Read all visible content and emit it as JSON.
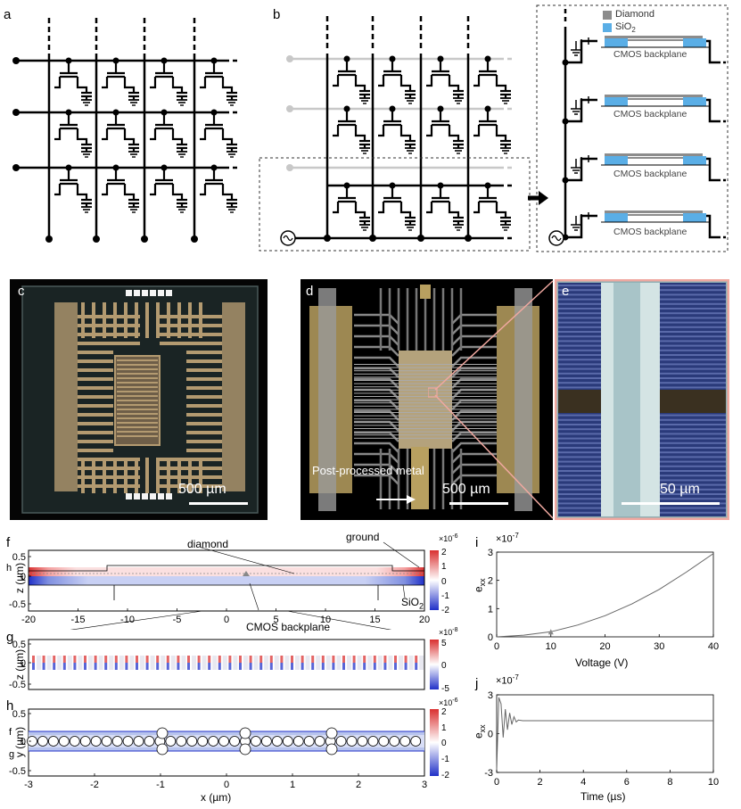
{
  "panels": {
    "a": {
      "label": "a"
    },
    "b": {
      "label": "b",
      "legend": {
        "diamond": "Diamond",
        "sio2": "SiO",
        "sio2_sub": "2"
      },
      "cmos_label": "CMOS backplane"
    },
    "c": {
      "label": "c",
      "scale": "500 µm"
    },
    "d": {
      "label": "d",
      "note": "Post-processed metal",
      "scale": "500 µm"
    },
    "e": {
      "label": "e",
      "scale": "50 µm"
    },
    "f": {
      "label": "f",
      "ylabel": "z (µm)",
      "h_marker": "h",
      "annot_diamond": "diamond",
      "annot_ground": "ground",
      "annot_sio2": "SiO",
      "annot_sio2_sub": "2",
      "annot_cmos": "CMOS backplane",
      "xticks": [
        "-20",
        "-15",
        "-10",
        "-5",
        "0",
        "5",
        "10",
        "15",
        "20"
      ],
      "yticks": [
        "0.5",
        "0",
        "-0.5"
      ],
      "cbar_exp": "×10",
      "cbar_pow": "-6",
      "cbar_ticks": [
        "2",
        "1",
        "0",
        "-1",
        "-2"
      ]
    },
    "g": {
      "label": "g",
      "ylabel": "z (µm)",
      "yticks": [
        "0.5",
        "0",
        "-0.5"
      ],
      "cbar_exp": "×10",
      "cbar_pow": "-8",
      "cbar_ticks": [
        "5",
        "0",
        "-5"
      ]
    },
    "h": {
      "label": "h",
      "ylabel": "y (µm)",
      "xlabel": "x (µm)",
      "f_marker": "f",
      "g_marker": "g",
      "xticks": [
        "-3",
        "-2",
        "-1",
        "0",
        "1",
        "2",
        "3"
      ],
      "yticks": [
        "0.5",
        "0",
        "-0.5"
      ],
      "cbar_exp": "×10",
      "cbar_pow": "-6",
      "cbar_ticks": [
        "2",
        "1",
        "0",
        "-1",
        "-2"
      ]
    },
    "i": {
      "label": "i",
      "ylabel": "e",
      "ylabel_sub": "xx",
      "xlabel": "Voltage (V)",
      "exp": "×10",
      "pow": "-7",
      "xticks": [
        "0",
        "10",
        "20",
        "30",
        "40"
      ],
      "yticks": [
        "3",
        "2",
        "1",
        "0"
      ]
    },
    "j": {
      "label": "j",
      "ylabel": "e",
      "ylabel_sub": "xx",
      "xlabel": "Time (µs)",
      "exp": "×10",
      "pow": "-7",
      "xticks": [
        "0",
        "2",
        "4",
        "6",
        "8",
        "10"
      ],
      "yticks": [
        "3",
        "0",
        "-3"
      ]
    }
  },
  "colors": {
    "diamond": "#8c8c8c",
    "sio2": "#5aaee6",
    "red": "#d93030",
    "blue": "#2030c8",
    "highlight": "#f0a8a0",
    "gold": "#b8a060"
  },
  "chart_data": [
    {
      "type": "line",
      "xlabel": "Voltage (V)",
      "ylabel": "e_xx",
      "xlim": [
        0,
        40
      ],
      "ylim": [
        0,
        3e-07
      ],
      "series": [
        {
          "x": [
            0,
            5,
            10,
            15,
            20,
            25,
            30,
            35,
            40
          ],
          "y": [
            0,
            6e-09,
            1.8e-08,
            4.2e-08,
            7.5e-08,
            1.17e-07,
            1.68e-07,
            2.29e-07,
            2.95e-07
          ]
        }
      ],
      "marker": {
        "x": 10,
        "y": 1.8e-08
      }
    },
    {
      "type": "line",
      "xlabel": "Time (µs)",
      "ylabel": "e_xx",
      "xlim": [
        0,
        10
      ],
      "ylim": [
        -3e-07,
        3e-07
      ],
      "series": [
        {
          "x": [
            0,
            0.1,
            0.2,
            0.3,
            0.4,
            0.5,
            0.6,
            0.7,
            0.8,
            0.9,
            1.0,
            1.2,
            1.5,
            2,
            4,
            6,
            8,
            10
          ],
          "y": [
            -2.8e-07,
            2.8e-07,
            2.3e-07,
            -3e-08,
            1.9e-07,
            3e-08,
            1.6e-07,
            7e-08,
            1.3e-07,
            9e-08,
            1.05e-07,
            1e-07,
            1e-07,
            1e-07,
            1e-07,
            1e-07,
            1e-07,
            1e-07
          ]
        }
      ]
    }
  ]
}
